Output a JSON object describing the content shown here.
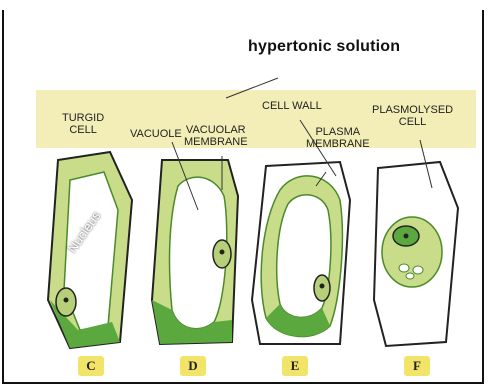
{
  "title": "hypertonic solution",
  "labels": {
    "turgid_cell": "TURGID\nCELL",
    "vacuole": "VACUOLE",
    "vacuolar_membrane": "VACUOLAR\nMEMBRANE",
    "cell_wall": "CELL WALL",
    "plasma_membrane": "PLASMA\nMEMBRANE",
    "plasmolysed_cell": "PLASMOLYSED\nCELL",
    "nucleus": "Nucleus"
  },
  "cells": [
    {
      "letter": "C"
    },
    {
      "letter": "D"
    },
    {
      "letter": "E"
    },
    {
      "letter": "F"
    }
  ],
  "colors": {
    "background_panel": "#f3eeb7",
    "cytoplasm": "#c9dc8a",
    "cytoplasm_dark": "#5aa83e",
    "badge": "#f2e468"
  }
}
